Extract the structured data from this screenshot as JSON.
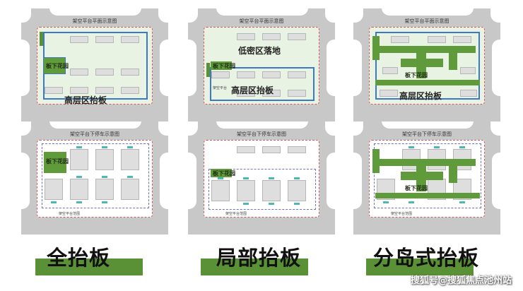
{
  "diagrams": {
    "full": {
      "top_title": "架空平台平面示意图",
      "bottom_title": "架空平台下停车示意图",
      "garden_label": "板下花园",
      "podium_label": "高层区抬板",
      "garden_label_bottom": "板下花园",
      "range_label": "架空平台范围"
    },
    "partial": {
      "top_title": "架空平台平面示意图",
      "bottom_title": "架空平台下停车示意图",
      "lowrise_label": "低密区落地",
      "garden_label": "板下花园",
      "podium_label": "高层区抬板",
      "small_label": "架空平台",
      "garden_label_bottom": "板下花园",
      "range_label": "架空平台范围"
    },
    "island": {
      "top_title": "架空平台平面示意图",
      "bottom_title": "架空平台下停车示意图",
      "garden_label": "板下花园",
      "podium_label": "高层区抬板",
      "garden_label_bottom": "板下花园",
      "range_label": "架空平台范围"
    }
  },
  "captions": {
    "full": "全抬板",
    "partial": "局部抬板",
    "island": "分岛式抬板"
  },
  "watermark": "搜狐号@搜狐焦点池州站",
  "colors": {
    "road": "#c8c8c8",
    "garden_green": "#5f9a3b",
    "frame_blue": "#3b78c8",
    "boundary_red": "#d25a5a",
    "parking_dash": "#6e72c8",
    "caption_bar": "#5a9136"
  }
}
